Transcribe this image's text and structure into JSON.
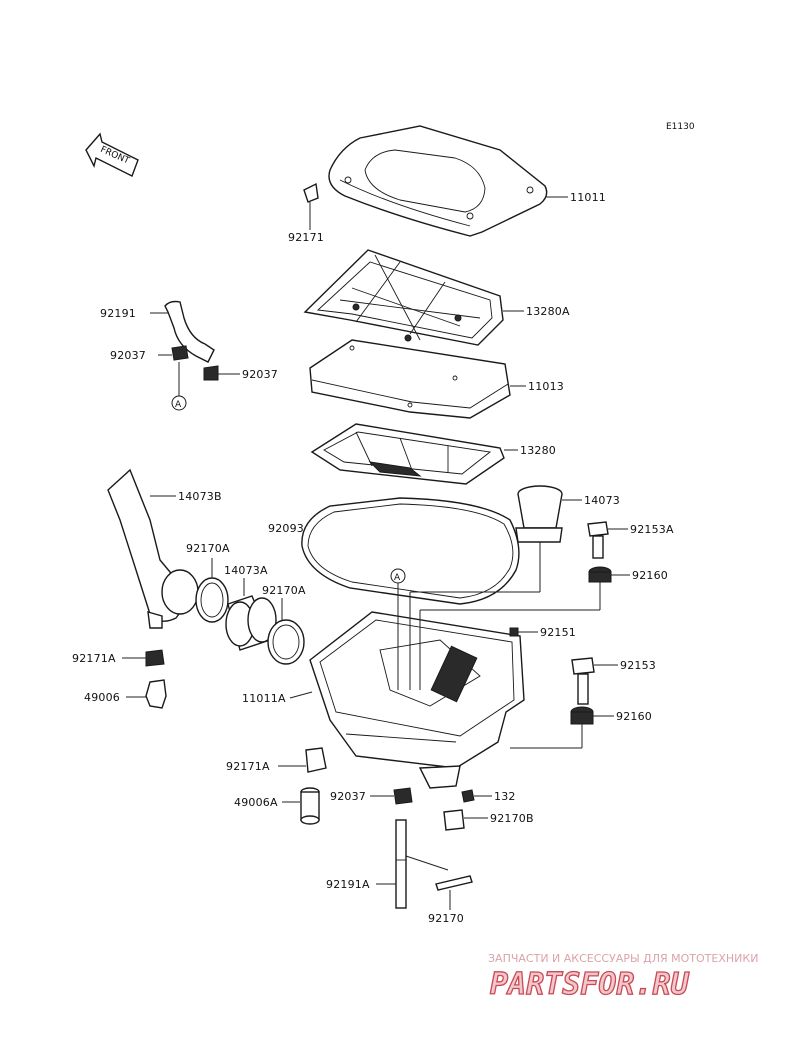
{
  "diagram": {
    "code": "E1130",
    "front_label": "FRONT",
    "callout_marker": "A",
    "parts": [
      "11011",
      "92171",
      "92191",
      "92037",
      "92037",
      "13280A",
      "11013",
      "13280",
      "14073B",
      "14073",
      "92093",
      "92153A",
      "92170A",
      "14073A",
      "92170A",
      "92160",
      "92151",
      "92171A",
      "92153",
      "49006",
      "11011A",
      "92160",
      "92171A",
      "92037",
      "132",
      "49006A",
      "92170B",
      "92191A",
      "92170"
    ]
  },
  "watermark": {
    "tagline": "ЗАПЧАСТИ И АКСЕССУАРЫ ДЛЯ МОТОТЕХНИКИ",
    "brand": "PARTSFOR.RU"
  }
}
